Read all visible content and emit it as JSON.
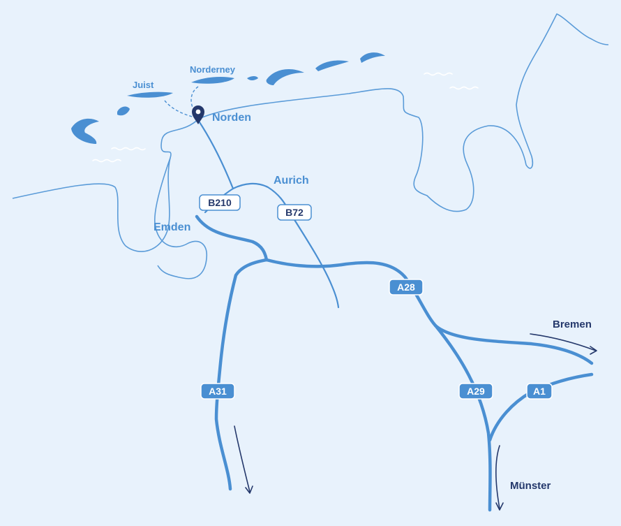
{
  "colors": {
    "background": "#e8f2fc",
    "coast": "#5a9bd8",
    "road": "#4a8fd2",
    "autobahn_badge": "#4a8fd2",
    "bundesstrasse_badge_bg": "#ffffff",
    "label_dark": "#24386b",
    "marker": "#24386b"
  },
  "islands": {
    "juist": "Juist",
    "norderney": "Norderney"
  },
  "places": {
    "norden": "Norden",
    "aurich": "Aurich",
    "emden": "Emden"
  },
  "destinations": {
    "bremen": "Bremen",
    "muenster": "Münster"
  },
  "roads": {
    "b210": "B210",
    "b72": "B72",
    "a28": "A28",
    "a31": "A31",
    "a29": "A29",
    "a1": "A1"
  },
  "marker_icon": "location-pin-icon"
}
